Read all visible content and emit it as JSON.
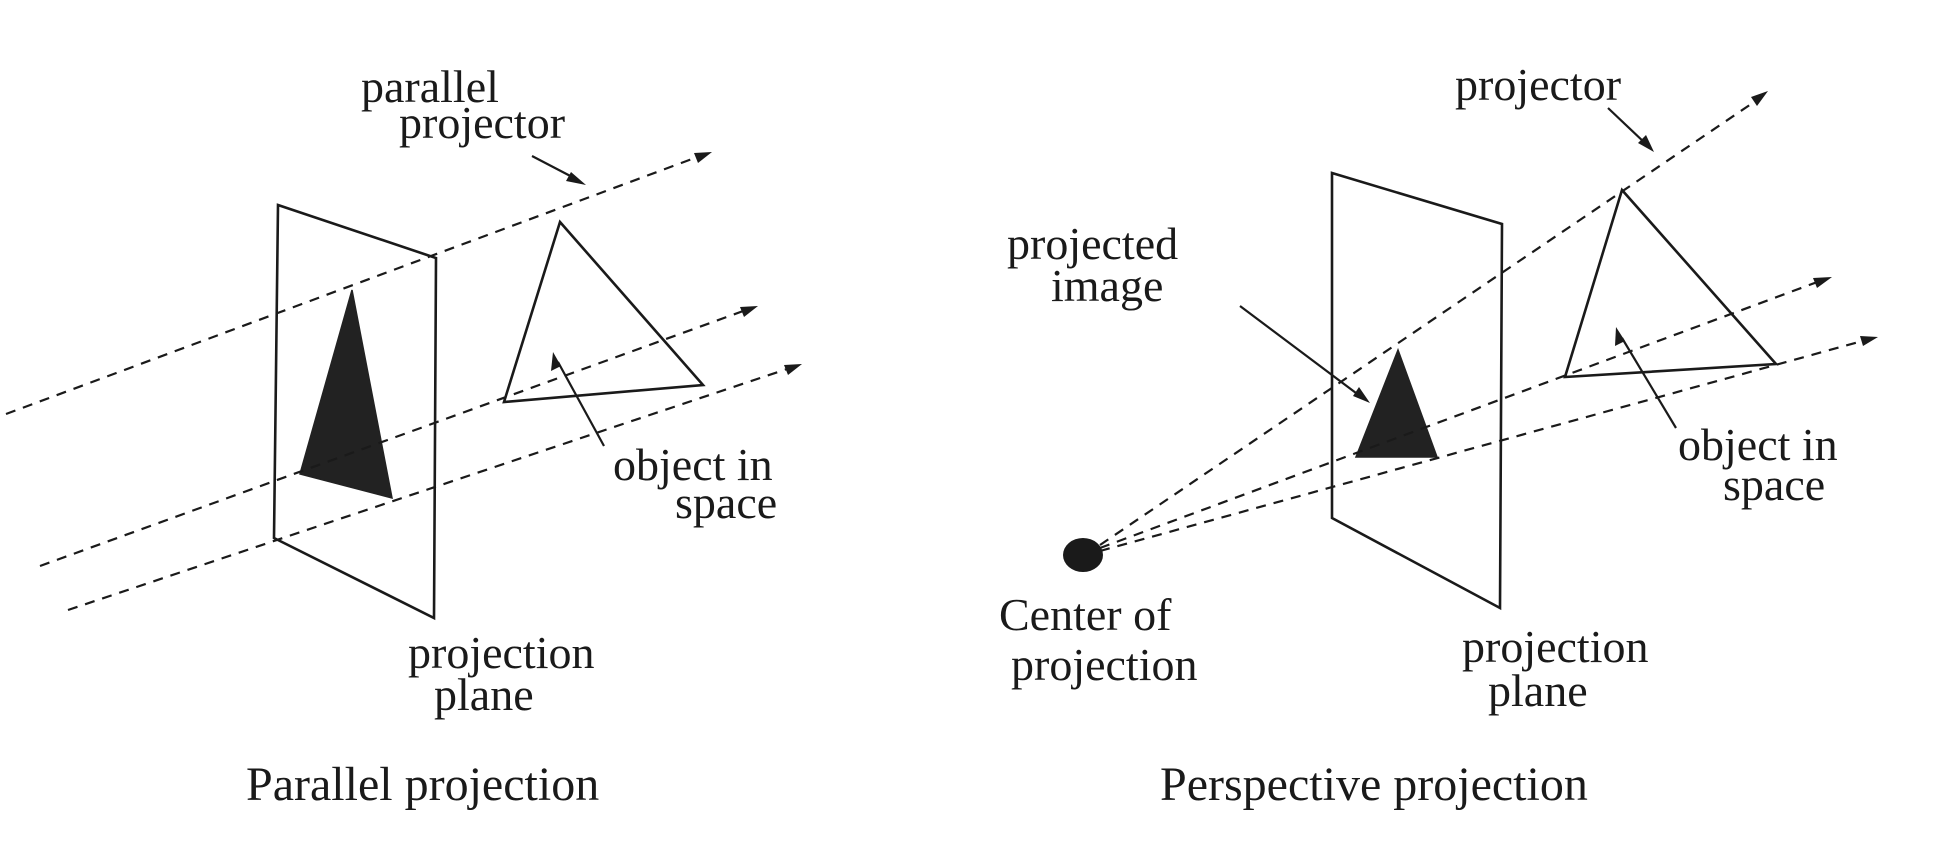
{
  "parallel": {
    "caption": "Parallel projection",
    "projector_label_line1": "parallel",
    "projector_label_line2": "projector",
    "object_label_line1": "object in",
    "object_label_line2": "space",
    "plane_label_line1": "projection",
    "plane_label_line2": "plane"
  },
  "perspective": {
    "caption": "Perspective projection",
    "projector_label": "projector",
    "image_label_line1": "projected",
    "image_label_line2": "image",
    "object_label_line1": "object in",
    "object_label_line2": "space",
    "center_label_line1": "Center of",
    "center_label_line2": "projection",
    "plane_label_line1": "projection",
    "plane_label_line2": "plane"
  }
}
